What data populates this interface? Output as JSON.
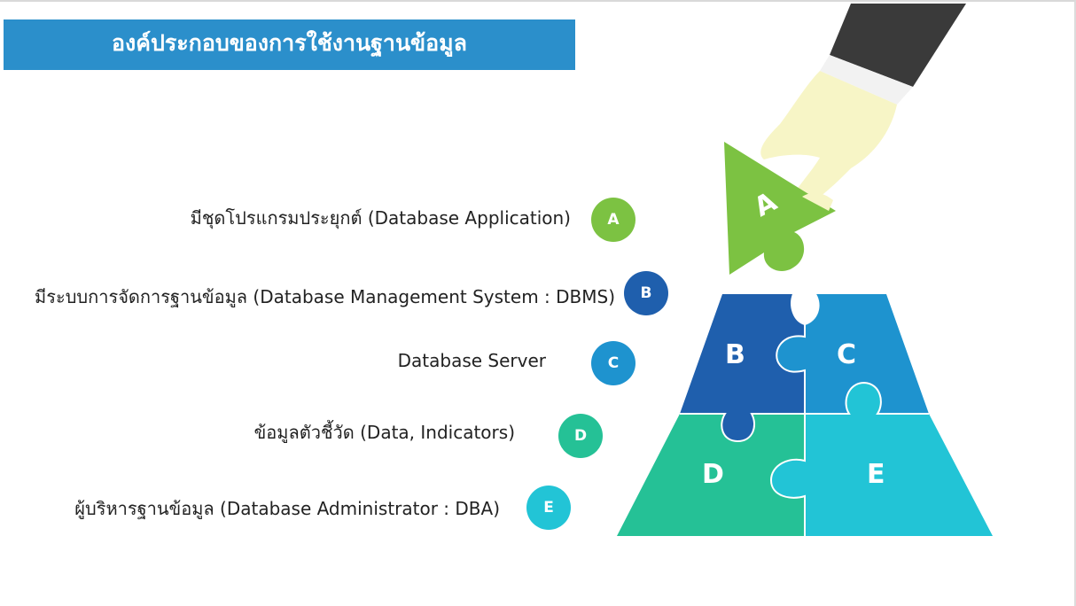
{
  "title": "องค์ประกอบของการใช้งานฐานข้อมูล",
  "items": [
    {
      "letter": "A",
      "label": "มีชุดโปรแกรมประยุกต์ (Database Application)",
      "color": "#7cc242"
    },
    {
      "letter": "B",
      "label": "มีระบบการจัดการฐานข้อมูล (Database Management System : DBMS)",
      "color": "#1f5fad"
    },
    {
      "letter": "C",
      "label": "Database Server",
      "color": "#1e93cf"
    },
    {
      "letter": "D",
      "label": "ข้อมูลตัวชี้วัด (Data, Indicators)",
      "color": "#25c196"
    },
    {
      "letter": "E",
      "label": "ผู้บริหารฐานข้อมูล (Database Administrator : DBA)",
      "color": "#22c4d6"
    }
  ],
  "puzzle": {
    "pieces": [
      "A",
      "B",
      "C",
      "D",
      "E"
    ],
    "hand_icon": "hand-holding-piece-icon"
  }
}
